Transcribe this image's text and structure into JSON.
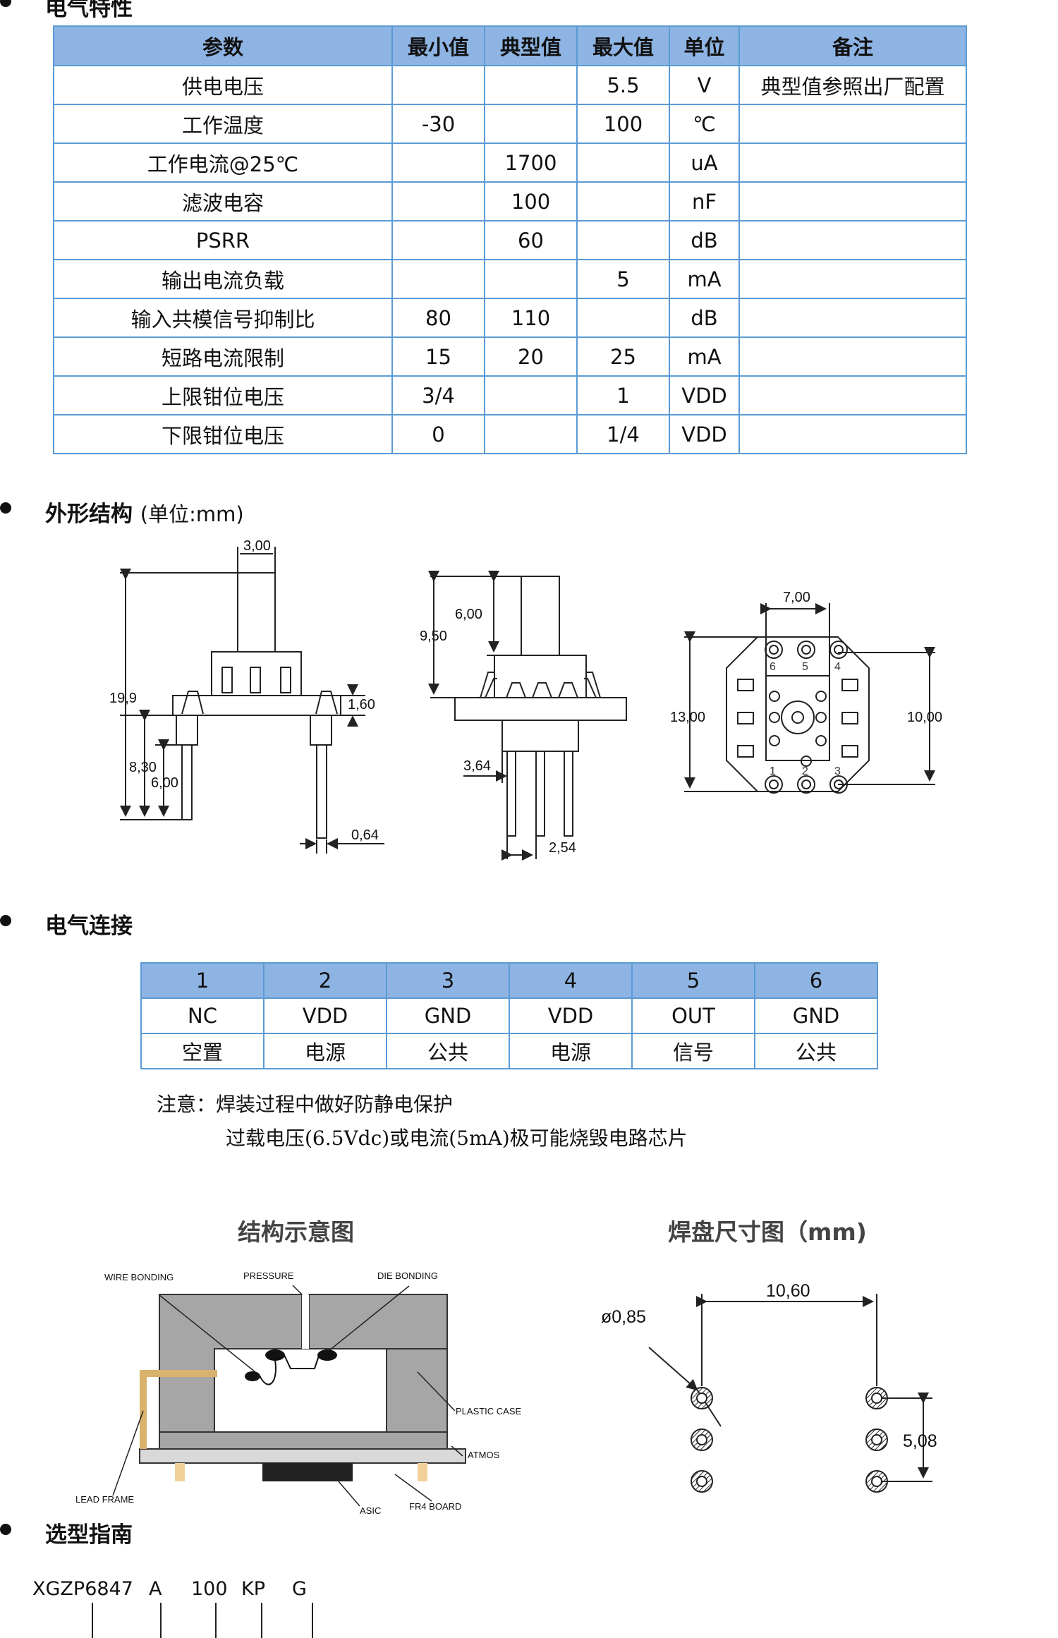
{
  "sections": {
    "electrical": "电气特性",
    "outline": "外形结构",
    "outline_unit": "(单位:mm)",
    "connection": "电气连接",
    "selection": "选型指南"
  },
  "spec_table": {
    "headers": [
      "参数",
      "最小值",
      "典型值",
      "最大值",
      "单位",
      "备注"
    ],
    "rows": [
      [
        "供电电压",
        "",
        "",
        "5.5",
        "V",
        "典型值参照出厂配置"
      ],
      [
        "工作温度",
        "-30",
        "",
        "100",
        "℃",
        ""
      ],
      [
        "工作电流@25℃",
        "",
        "1700",
        "",
        "uA",
        ""
      ],
      [
        "滤波电容",
        "",
        "100",
        "",
        "nF",
        ""
      ],
      [
        "PSRR",
        "",
        "60",
        "",
        "dB",
        ""
      ],
      [
        "输出电流负载",
        "",
        "",
        "5",
        "mA",
        ""
      ],
      [
        "输入共模信号抑制比",
        "80",
        "110",
        "",
        "dB",
        ""
      ],
      [
        "短路电流限制",
        "15",
        "20",
        "25",
        "mA",
        ""
      ],
      [
        "上限钳位电压",
        "3/4",
        "",
        "1",
        "VDD",
        ""
      ],
      [
        "下限钳位电压",
        "0",
        "",
        "1/4",
        "VDD",
        ""
      ]
    ]
  },
  "outline_dims": {
    "d300": "3,00",
    "d199": "19,9",
    "d160": "1,60",
    "d830": "8,30",
    "d600a": "6,00",
    "d064": "0,64",
    "d600b": "6,00",
    "d950": "9,50",
    "d364": "3,64",
    "d254": "2,54",
    "d700": "7,00",
    "d1300": "13,00",
    "d1000": "10,00",
    "pin_top": [
      "6",
      "5",
      "4"
    ],
    "pin_bottom": [
      "1",
      "2",
      "3"
    ]
  },
  "pin_table": {
    "numbers": [
      "1",
      "2",
      "3",
      "4",
      "5",
      "6"
    ],
    "signals": [
      "NC",
      "VDD",
      "GND",
      "VDD",
      "OUT",
      "GND"
    ],
    "meanings": [
      "空置",
      "电源",
      "公共",
      "电源",
      "信号",
      "公共"
    ]
  },
  "notes": {
    "line1": "注意：焊装过程中做好防静电保护",
    "line2": "过载电压(6.5Vdc)或电流(5mA)极可能烧毁电路芯片"
  },
  "structure": {
    "caption": "结构示意图",
    "labels": {
      "wire_bonding": "WIRE BONDING",
      "pressure": "PRESSURE",
      "die_bonding": "DIE BONDING",
      "plastic_case": "PLASTIC CASE",
      "atmos": "ATMOS",
      "lead_frame": "LEAD FRAME",
      "asic": "ASIC",
      "fr4": "FR4 BOARD"
    }
  },
  "pad": {
    "caption": "焊盘尺寸图（mm)",
    "d1060": "10,60",
    "d085": "ø0,85",
    "d508": "5,08"
  },
  "selection_guide": [
    "XGZP6847",
    "A",
    "100",
    "KP",
    "G"
  ]
}
